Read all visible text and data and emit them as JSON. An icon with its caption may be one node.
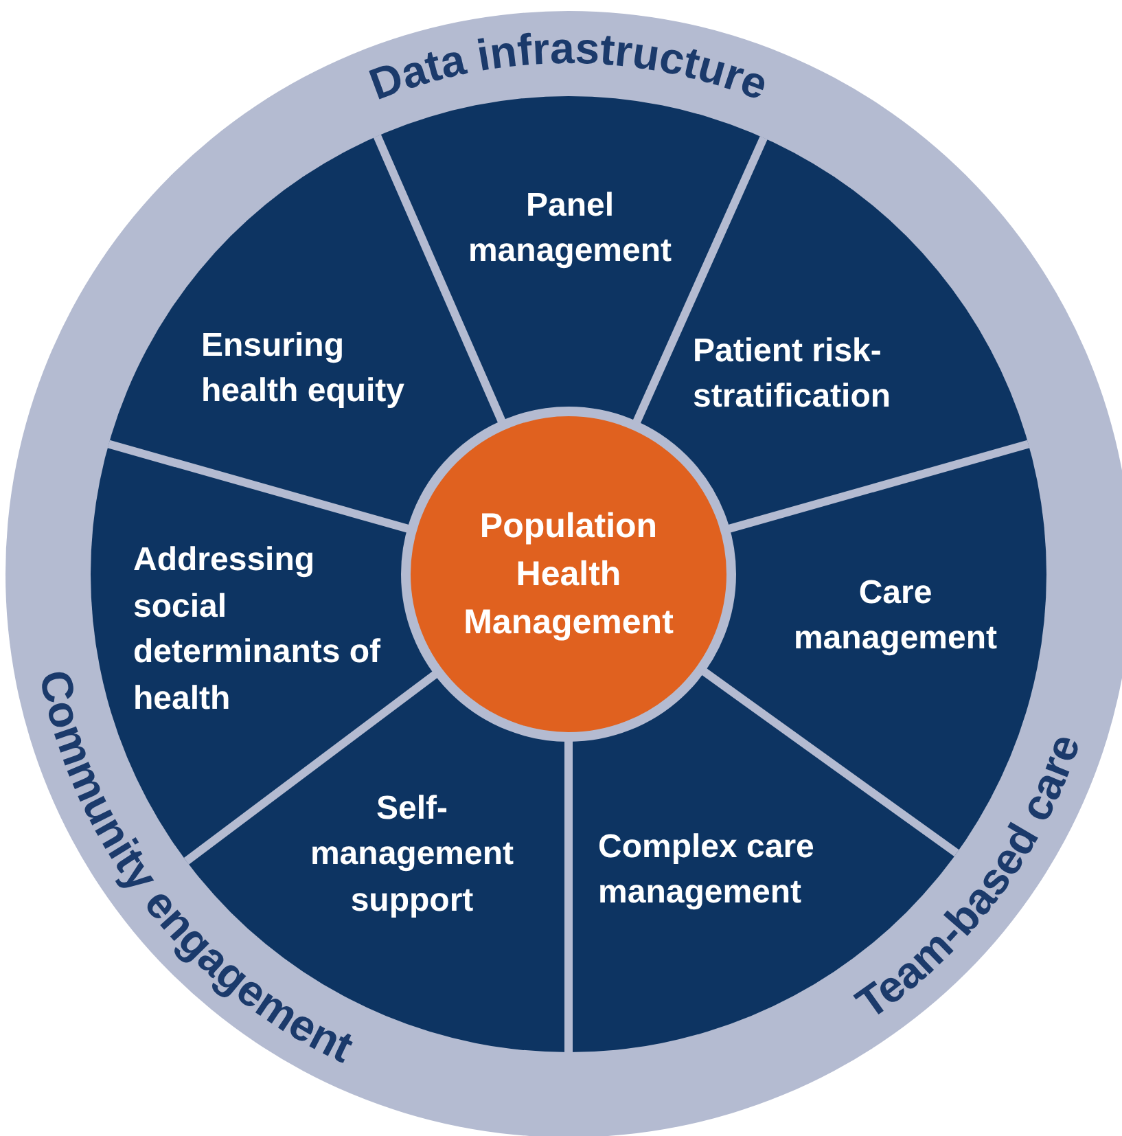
{
  "diagram": {
    "nodes": [
      {
        "text": [
          "Data infrastructure",
          "Community engagement",
          "Team-based care"
        ]
      },
      {
        "text": [
          "Panel management"
        ],
        "in": 0
      },
      {
        "text": [
          "Patient risk-stratification"
        ],
        "in": 0
      },
      {
        "text": [
          "Care management"
        ],
        "in": 0
      },
      {
        "text": [
          "Complex care management"
        ],
        "in": 0
      },
      {
        "text": [
          "Self-management support"
        ],
        "in": 0
      },
      {
        "text": [
          "Addressing social determinants of health"
        ],
        "in": 0
      },
      {
        "text": [
          "Ensuring health equity"
        ],
        "in": 0
      },
      {
        "text": [
          "Population Health Management"
        ],
        "in": 0
      }
    ],
    "edges": []
  }
}
